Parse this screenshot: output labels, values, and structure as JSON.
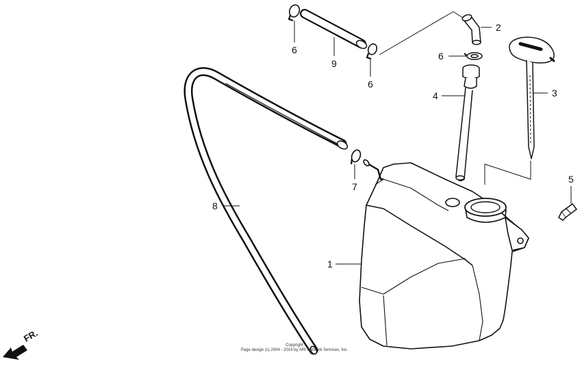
{
  "callouts": [
    "1",
    "2",
    "3",
    "4",
    "5",
    "6",
    "6",
    "6",
    "7",
    "8",
    "9"
  ],
  "direction_label": "FR.",
  "copyright": {
    "line1": "Copyright",
    "line2": "Page design (c) 2004 - 2014 by ARI Network Services, Inc."
  },
  "colors": {
    "ink": "#111111",
    "paper": "#ffffff"
  }
}
